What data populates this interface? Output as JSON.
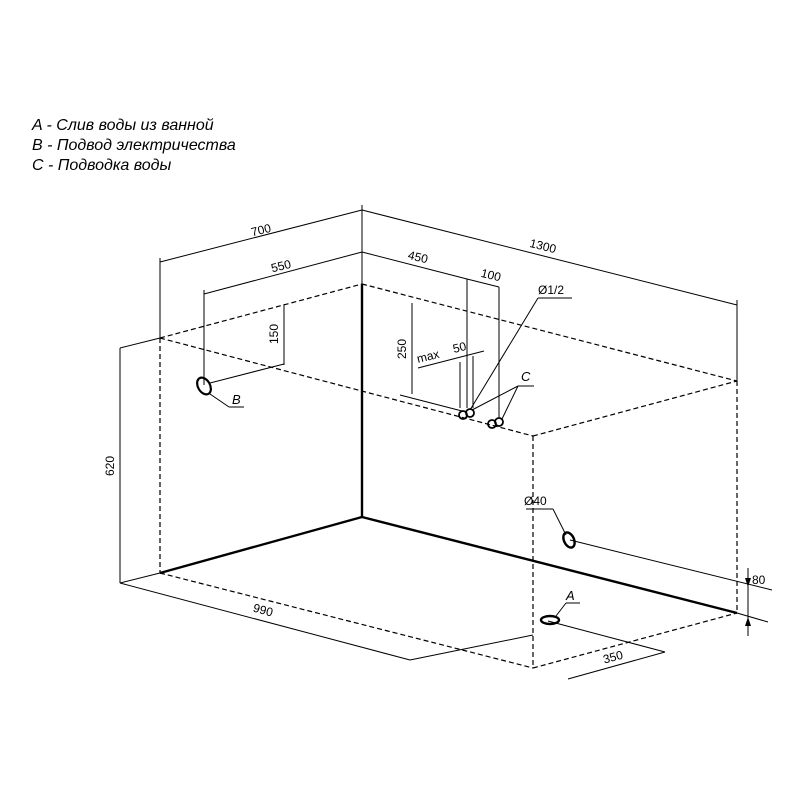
{
  "legend": {
    "a": "A - Слив воды из ванной",
    "b": "B - Подвод электричества",
    "c": "C - Подводка воды"
  },
  "dimensions": {
    "d700": "700",
    "d1300": "1300",
    "d550": "550",
    "d450": "450",
    "d100": "100",
    "d150": "150",
    "d250": "250",
    "dmax": "max",
    "d50": "50",
    "d620": "620",
    "d990": "990",
    "d350": "350",
    "d80": "80",
    "dphi12": "Ø1/2",
    "dphi40": "Ø40"
  },
  "points": {
    "a": "A",
    "b": "B",
    "c": "C"
  }
}
